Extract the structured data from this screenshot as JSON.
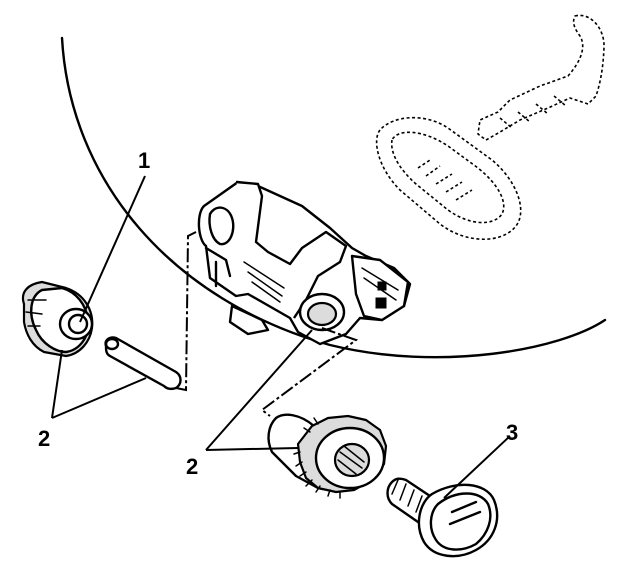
{
  "callouts": {
    "c1": "1",
    "c2_left": "2",
    "c2_center": "2",
    "c3": "3"
  }
}
